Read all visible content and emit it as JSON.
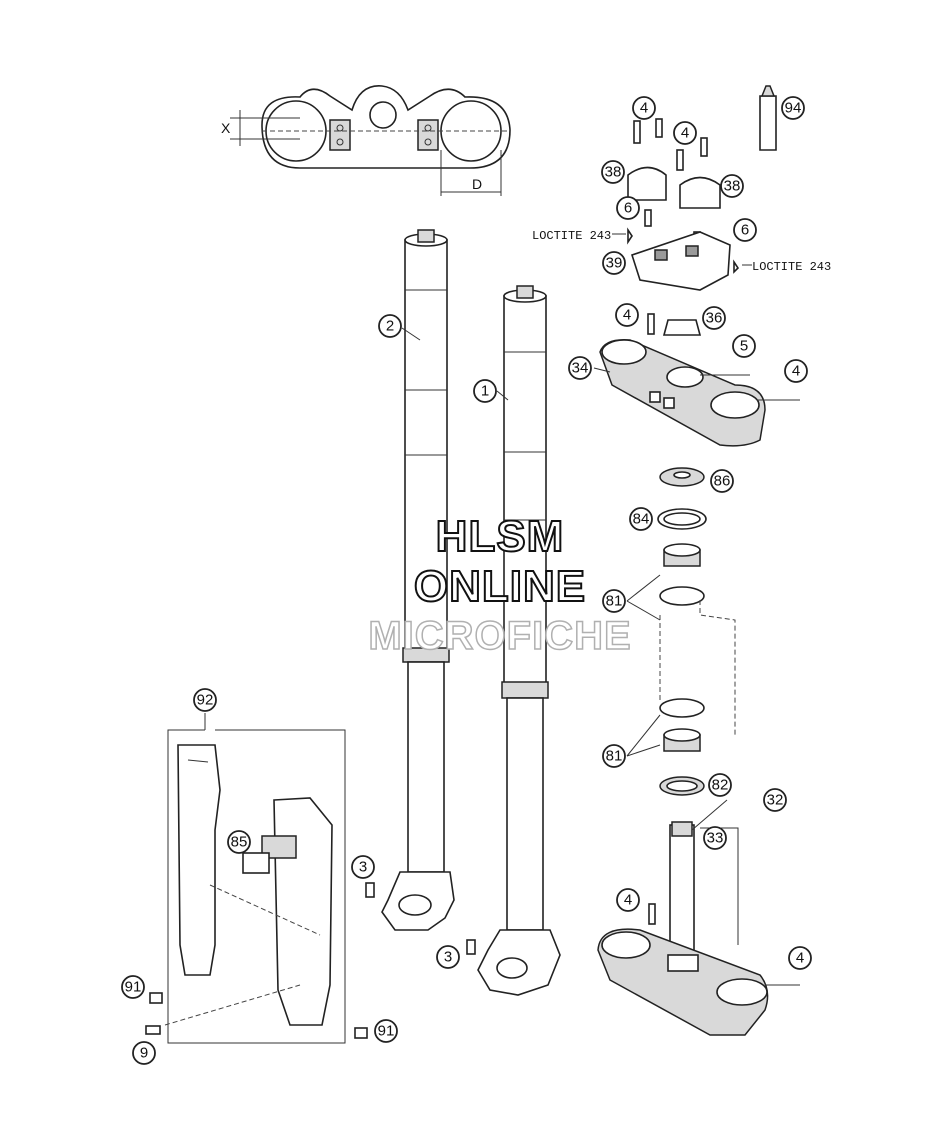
{
  "callouts": [
    {
      "id": "c-94",
      "label": "94"
    },
    {
      "id": "c-4a",
      "label": "4"
    },
    {
      "id": "c-4b",
      "label": "4"
    },
    {
      "id": "c-38a",
      "label": "38"
    },
    {
      "id": "c-38b",
      "label": "38"
    },
    {
      "id": "c-6a",
      "label": "6"
    },
    {
      "id": "c-6b",
      "label": "6"
    },
    {
      "id": "c-39",
      "label": "39"
    },
    {
      "id": "c-2",
      "label": "2"
    },
    {
      "id": "c-1",
      "label": "1"
    },
    {
      "id": "c-4c",
      "label": "4"
    },
    {
      "id": "c-36",
      "label": "36"
    },
    {
      "id": "c-5",
      "label": "5"
    },
    {
      "id": "c-34",
      "label": "34"
    },
    {
      "id": "c-4d",
      "label": "4"
    },
    {
      "id": "c-86",
      "label": "86"
    },
    {
      "id": "c-84",
      "label": "84"
    },
    {
      "id": "c-81a",
      "label": "81"
    },
    {
      "id": "c-81b",
      "label": "81"
    },
    {
      "id": "c-82",
      "label": "82"
    },
    {
      "id": "c-32",
      "label": "32"
    },
    {
      "id": "c-33",
      "label": "33"
    },
    {
      "id": "c-4e",
      "label": "4"
    },
    {
      "id": "c-4f",
      "label": "4"
    },
    {
      "id": "c-92",
      "label": "92"
    },
    {
      "id": "c-85",
      "label": "85"
    },
    {
      "id": "c-3a",
      "label": "3"
    },
    {
      "id": "c-3b",
      "label": "3"
    },
    {
      "id": "c-91a",
      "label": "91"
    },
    {
      "id": "c-91b",
      "label": "91"
    },
    {
      "id": "c-9",
      "label": "9"
    }
  ],
  "labels": {
    "loctite_left": "LOCTITE 243",
    "loctite_right": "LOCTITE 243",
    "dim_x": "X",
    "dim_d": "D"
  },
  "watermark": {
    "line1": "HLSM",
    "line2": "ONLINE",
    "line3": "MICROFICHE"
  }
}
